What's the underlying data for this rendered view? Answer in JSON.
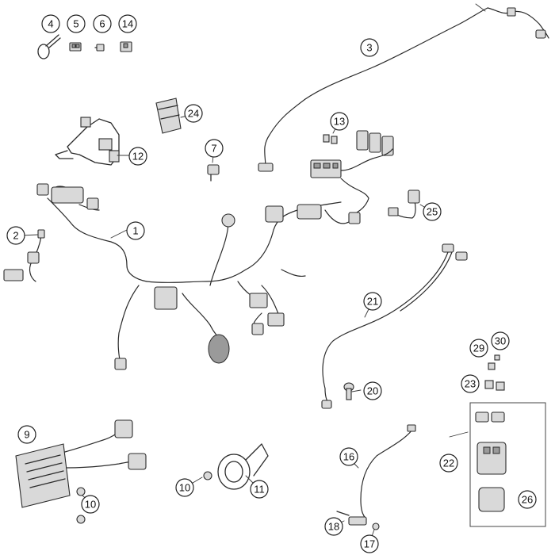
{
  "callouts": [
    {
      "id": "c4",
      "label": "4"
    },
    {
      "id": "c5",
      "label": "5"
    },
    {
      "id": "c6",
      "label": "6"
    },
    {
      "id": "c14",
      "label": "14"
    },
    {
      "id": "c3",
      "label": "3"
    },
    {
      "id": "c24",
      "label": "24"
    },
    {
      "id": "c13",
      "label": "13"
    },
    {
      "id": "c12",
      "label": "12"
    },
    {
      "id": "c7",
      "label": "7"
    },
    {
      "id": "c25",
      "label": "25"
    },
    {
      "id": "c1",
      "label": "1"
    },
    {
      "id": "c2",
      "label": "2"
    },
    {
      "id": "c21",
      "label": "21"
    },
    {
      "id": "c29",
      "label": "29"
    },
    {
      "id": "c30",
      "label": "30"
    },
    {
      "id": "c23",
      "label": "23"
    },
    {
      "id": "c20",
      "label": "20"
    },
    {
      "id": "c9",
      "label": "9"
    },
    {
      "id": "c10a",
      "label": "10"
    },
    {
      "id": "c10b",
      "label": "10"
    },
    {
      "id": "c11",
      "label": "11"
    },
    {
      "id": "c16",
      "label": "16"
    },
    {
      "id": "c22",
      "label": "22"
    },
    {
      "id": "c26",
      "label": "26"
    },
    {
      "id": "c18",
      "label": "18"
    },
    {
      "id": "c17",
      "label": "17"
    }
  ]
}
